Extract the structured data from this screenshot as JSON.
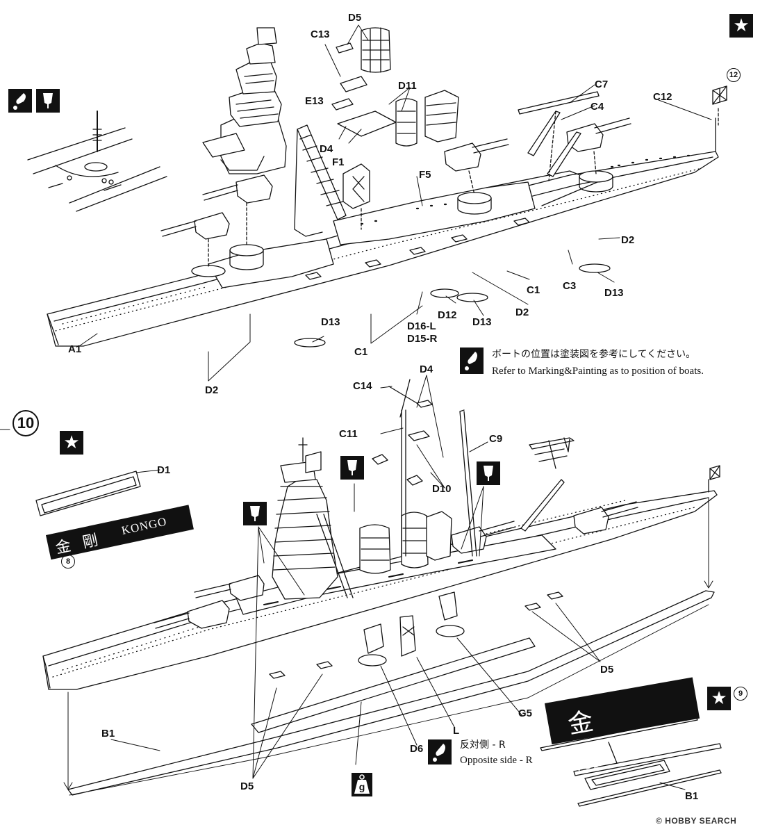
{
  "steps": {
    "current_step": "10",
    "ref_12": "12",
    "ref_8": "8",
    "ref_9": "9"
  },
  "icons": {
    "star": "★",
    "paint_icon": "paint-brush-icon",
    "glue_icon": "glue-tube-icon",
    "weight_icon": "weight-icon",
    "weight_letter": "g"
  },
  "upper_labels": {
    "D5": "D5",
    "C13": "C13",
    "D11": "D11",
    "C7": "C7",
    "C12": "C12",
    "C4": "C4",
    "E13": "E13",
    "D4": "D4",
    "F1": "F1",
    "F5": "F5",
    "D2_right": "D2",
    "C1_right": "C1",
    "C3": "C3",
    "D13_right": "D13",
    "D2_mid": "D2",
    "D12": "D12",
    "D13_mid": "D13",
    "D16L": "D16-L",
    "D15R": "D15-R",
    "C1_bottom": "C1",
    "D13_left": "D13",
    "A1": "A1",
    "D2_bottom": "D2"
  },
  "boat_note": {
    "japanese": "ボートの位置は塗装図を参考にしてください。",
    "english": "Refer to Marking&Painting as to position of boats."
  },
  "lower_labels": {
    "C14": "C14",
    "D4": "D4",
    "C11": "C11",
    "C9": "C9",
    "D1": "D1",
    "D10": "D10",
    "D5_right": "D5",
    "G5": "G5",
    "L": "L",
    "D6": "D6",
    "B1_left": "B1",
    "D5_bottom": "D5",
    "B1_right": "B1"
  },
  "nameplate": {
    "kanji": "金 剛",
    "name": "KONGO"
  },
  "opposite_note": {
    "japanese": "反対側 - R",
    "english": "Opposite side - R"
  },
  "watermark": "© HOBBY SEARCH"
}
